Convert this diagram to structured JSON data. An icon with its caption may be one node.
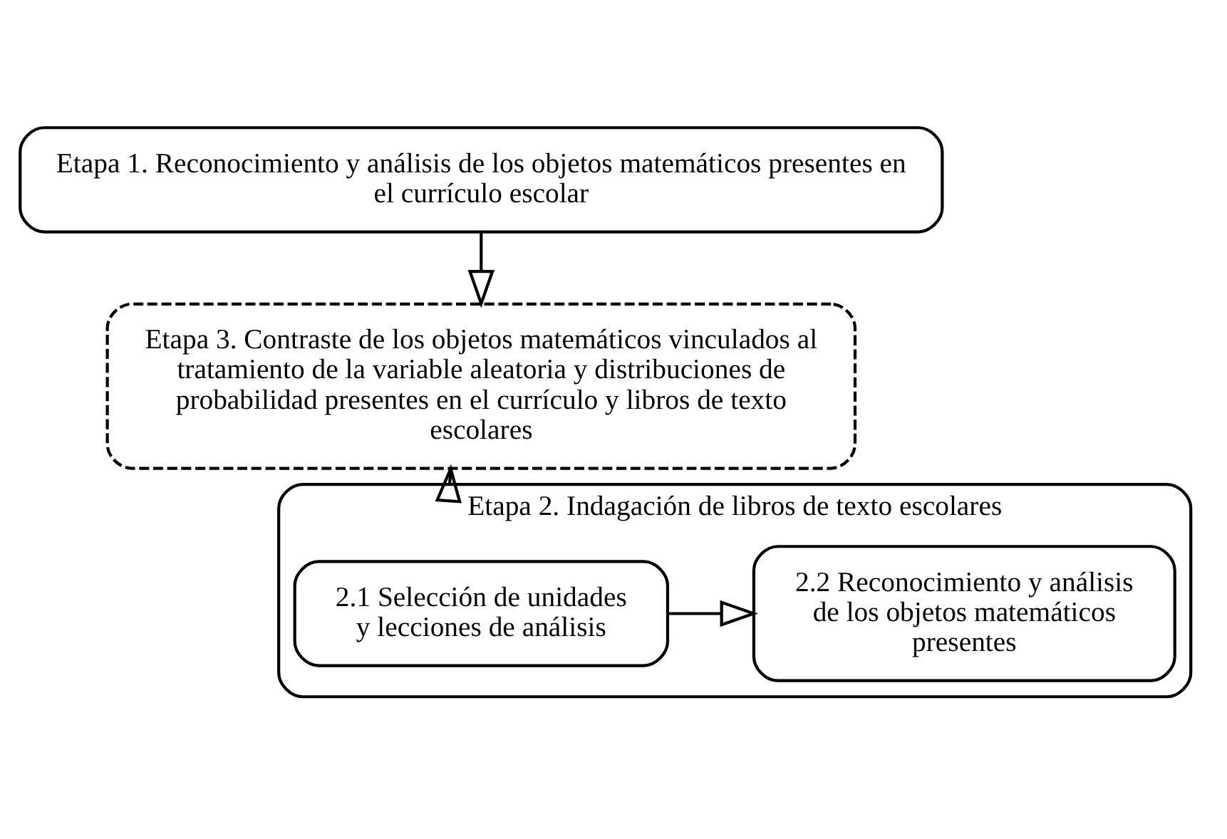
{
  "diagram": {
    "nodes": [
      {
        "text": [
          "Etapa 1. Reconocimiento y análisis de los objetos matemáticos presentes en el currículo escolar"
        ]
      },
      {
        "text": [
          "Etapa 3. Contraste de los objetos matemáticos vinculados al tratamiento de la variable aleatoria y distribuciones de probabilidad presentes en el currículo y libros de texto escolares"
        ]
      },
      {
        "text": [
          "Etapa 2. Indagación de libros de texto escolares"
        ]
      },
      {
        "text": [
          "2.1 Selección de unidades y lecciones de análisis"
        ],
        "in": 2
      },
      {
        "text": [
          "2.2 Reconocimiento y análisis de los objetos matemáticos presentes"
        ],
        "in": 2
      }
    ],
    "edges": [
      {
        "from": 0,
        "to": 1,
        "arrow": "to"
      },
      {
        "from": 2,
        "to": 1,
        "arrow": "to"
      },
      {
        "from": 3,
        "to": 4,
        "arrow": "to"
      }
    ]
  }
}
